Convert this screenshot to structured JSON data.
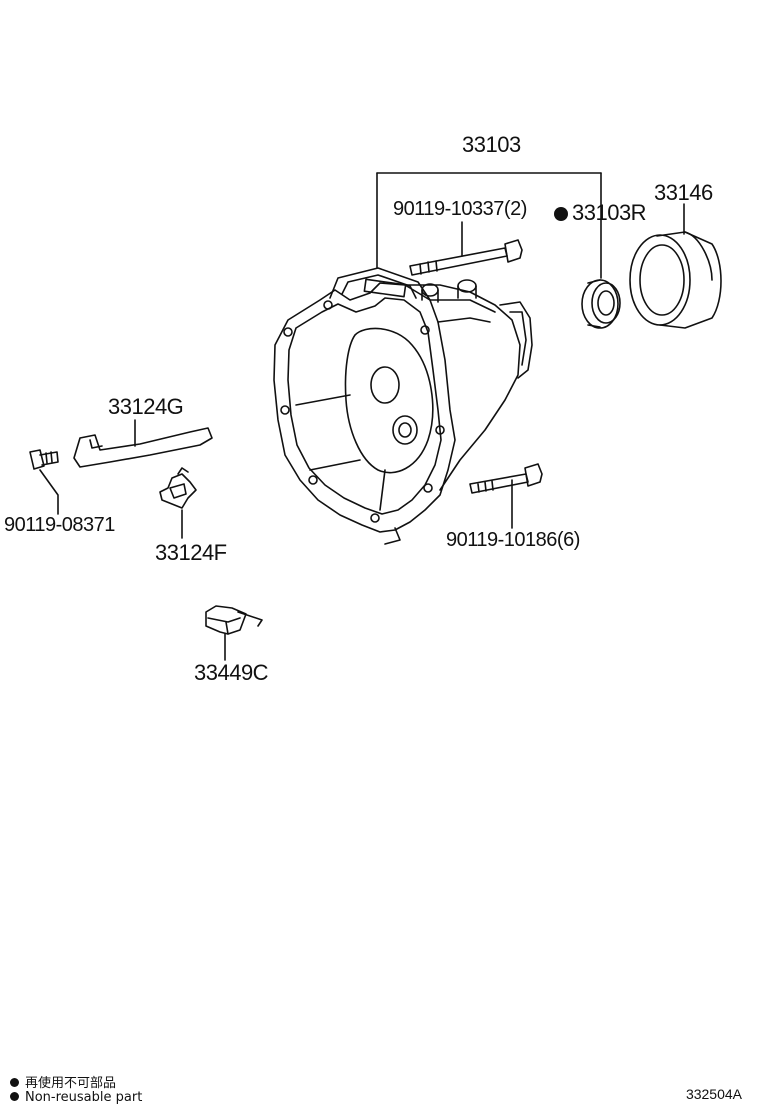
{
  "parts": {
    "case_assembly": "33103",
    "bolt_upper": "90119-10337(2)",
    "repair_kit": "33103R",
    "cover": "33146",
    "bracket": "33124G",
    "bolt_left": "90119-08371",
    "clamp": "33124F",
    "bolt_lower": "90119-10186(6)",
    "clip": "33449C"
  },
  "legend": {
    "line_jp": "再使用不可部品",
    "line_en": "Non-reusable part"
  },
  "figure_code": "332504A"
}
